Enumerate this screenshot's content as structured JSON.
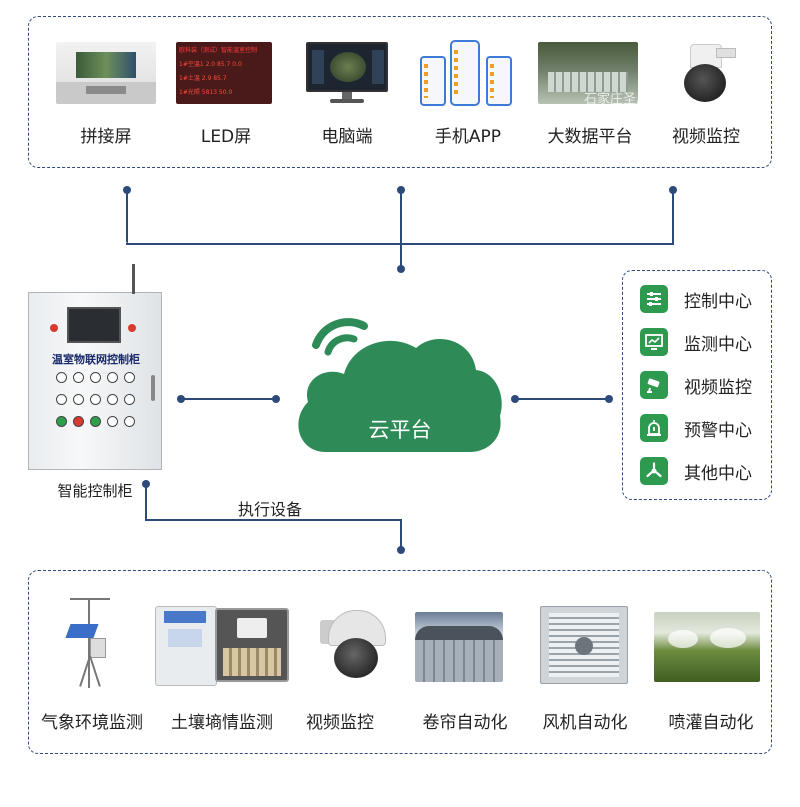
{
  "top_items": [
    {
      "label": "拼接屏"
    },
    {
      "label": "LED屏"
    },
    {
      "label": "电脑端"
    },
    {
      "label": "手机APP"
    },
    {
      "label": "大数据平台"
    },
    {
      "label": "视频监控"
    }
  ],
  "led_screen_text": {
    "line1": "欧科装（测试）智能温室控制",
    "line2": "1#空温1  2.0  85.7  0.0",
    "line3": "1#土温  2.9  85.7",
    "line4": "1#光照  5813  50.0"
  },
  "watermark": "石家庄圣启科技",
  "cloud": {
    "label": "云平台"
  },
  "cabinet": {
    "title": "温室物联网控制柜",
    "caption": "智能控制柜"
  },
  "exec_label": "执行设备",
  "side_items": [
    {
      "label": "控制中心",
      "icon": "control-sliders-icon"
    },
    {
      "label": "监测中心",
      "icon": "monitor-chart-icon"
    },
    {
      "label": "视频监控",
      "icon": "camera-icon"
    },
    {
      "label": "预警中心",
      "icon": "alarm-icon"
    },
    {
      "label": "其他中心",
      "icon": "hub-icon"
    }
  ],
  "bottom_items": [
    {
      "label": "气象环境监测"
    },
    {
      "label": "土壤墒情监测"
    },
    {
      "label": "视频监控"
    },
    {
      "label": "卷帘自动化"
    },
    {
      "label": "风机自动化"
    },
    {
      "label": "喷灌自动化"
    }
  ],
  "colors": {
    "line": "#2e4a7a",
    "cloud": "#2e8b57",
    "icon_bg": "#2e9a50"
  }
}
